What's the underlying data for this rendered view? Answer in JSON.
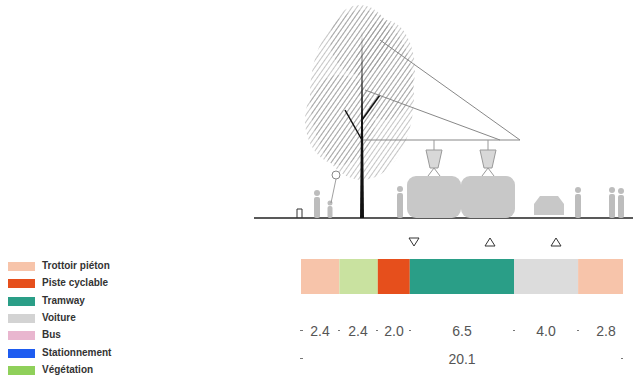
{
  "diagram": {
    "labels": [
      "2.4",
      "2.4",
      "2.0",
      "6.5",
      "4.0",
      "2.8",
      "20.1"
    ],
    "legend": [
      {
        "text": "Trottoir piéton",
        "color": "#f7c4aa"
      },
      {
        "text": "Piste cyclable",
        "color": "#e64f1c"
      },
      {
        "text": "Tramway",
        "color": "#2a9e87"
      },
      {
        "text": "Voiture",
        "color": "#d3d3d3"
      },
      {
        "text": "Bus",
        "color": "#e9b6cf"
      },
      {
        "text": "Stationnement",
        "color": "#1e5cf0"
      },
      {
        "text": "Végétation",
        "color": "#8fd05a"
      }
    ]
  }
}
